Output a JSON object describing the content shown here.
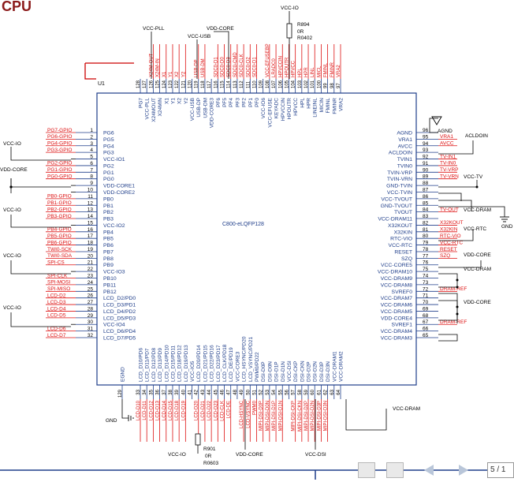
{
  "title": "CPU",
  "chip": {
    "ref": "U1",
    "name": "C800-eLQFP128"
  },
  "left_pins": [
    {
      "num": "1",
      "pin": "PG6",
      "net": "PG7-GPIO"
    },
    {
      "num": "2",
      "pin": "PG5",
      "net": "PG6-GPIO"
    },
    {
      "num": "3",
      "pin": "PG4",
      "net": "PG4-GPIO"
    },
    {
      "num": "4",
      "pin": "PG3",
      "net": "PG3-GPIO"
    },
    {
      "num": "5",
      "pin": "VCC-IO1",
      "net": ""
    },
    {
      "num": "6",
      "pin": "PG2",
      "net": "PG2-GPIO"
    },
    {
      "num": "7",
      "pin": "PG1",
      "net": "PG1-GPIO"
    },
    {
      "num": "8",
      "pin": "PG0",
      "net": "PG0-GPIO"
    },
    {
      "num": "9",
      "pin": "VDD-CORE1",
      "net": ""
    },
    {
      "num": "10",
      "pin": "VDD-CORE2",
      "net": ""
    },
    {
      "num": "11",
      "pin": "PB0",
      "net": "PB0-GPIO"
    },
    {
      "num": "12",
      "pin": "PB1",
      "net": "PB1-GPIO"
    },
    {
      "num": "13",
      "pin": "PB2",
      "net": "PB2-GPIO"
    },
    {
      "num": "14",
      "pin": "PB3",
      "net": "PB3-GPIO"
    },
    {
      "num": "15",
      "pin": "VCC-IO2",
      "net": ""
    },
    {
      "num": "16",
      "pin": "PB4",
      "net": "PB4-GPIO"
    },
    {
      "num": "17",
      "pin": "PB5",
      "net": "PB5-GPIO"
    },
    {
      "num": "18",
      "pin": "PB6",
      "net": "PB6-GPIO"
    },
    {
      "num": "19",
      "pin": "PB7",
      "net": "TWI0-SCK"
    },
    {
      "num": "20",
      "pin": "PB8",
      "net": "TWI0-SDA"
    },
    {
      "num": "21",
      "pin": "PB9",
      "net": "SPI-CS"
    },
    {
      "num": "22",
      "pin": "VCC-IO3",
      "net": ""
    },
    {
      "num": "23",
      "pin": "PB10",
      "net": "SPI-CLK"
    },
    {
      "num": "24",
      "pin": "PB11",
      "net": "SPI-MOSI"
    },
    {
      "num": "25",
      "pin": "PB12",
      "net": "SPI-MISO"
    },
    {
      "num": "26",
      "pin": "LCD_D2/PD0",
      "net": "LCD-D2"
    },
    {
      "num": "27",
      "pin": "LCD_D3/PD1",
      "net": "LCD-D3"
    },
    {
      "num": "28",
      "pin": "LCD_D4/PD2",
      "net": "LCD-D4"
    },
    {
      "num": "29",
      "pin": "LCD_D5/PD3",
      "net": "LCD-D5"
    },
    {
      "num": "30",
      "pin": "VCC-IO4",
      "net": ""
    },
    {
      "num": "31",
      "pin": "LCD_D6/PD4",
      "net": "LCD-D6"
    },
    {
      "num": "32",
      "pin": "LCD_D7/PD5",
      "net": "LCD-D7"
    }
  ],
  "right_pins": [
    {
      "num": "96",
      "pin": "AGND",
      "net": ""
    },
    {
      "num": "95",
      "pin": "VRA1",
      "net": "VRA1"
    },
    {
      "num": "94",
      "pin": "AVCC",
      "net": "AVCC"
    },
    {
      "num": "93",
      "pin": "ACLDOIN",
      "net": ""
    },
    {
      "num": "92",
      "pin": "TVIN1",
      "net": "TV-IN1"
    },
    {
      "num": "91",
      "pin": "TVIN0",
      "net": "TV-IN0"
    },
    {
      "num": "90",
      "pin": "TVIN-VRP",
      "net": "TV-VRP"
    },
    {
      "num": "89",
      "pin": "TVIN-VRN",
      "net": "TV-VRN"
    },
    {
      "num": "88",
      "pin": "GND-TVIN",
      "net": ""
    },
    {
      "num": "87",
      "pin": "VCC-TVIN",
      "net": ""
    },
    {
      "num": "86",
      "pin": "VCC-TVOUT",
      "net": ""
    },
    {
      "num": "85",
      "pin": "GND-TVOUT",
      "net": ""
    },
    {
      "num": "84",
      "pin": "TVOUT",
      "net": "TV-OUT"
    },
    {
      "num": "83",
      "pin": "VCC-DRAM11",
      "net": ""
    },
    {
      "num": "82",
      "pin": "X32KOUT",
      "net": "X32KOUT"
    },
    {
      "num": "81",
      "pin": "X32KIN",
      "net": "X32KIN"
    },
    {
      "num": "80",
      "pin": "RTC-VIO",
      "net": "RTC-VIO"
    },
    {
      "num": "79",
      "pin": "VCC-RTC",
      "net": "VCC-RTC"
    },
    {
      "num": "78",
      "pin": "RESET",
      "net": "RESET"
    },
    {
      "num": "77",
      "pin": "SZQ",
      "net": "SZQ"
    },
    {
      "num": "76",
      "pin": "VCC-CORE5",
      "net": ""
    },
    {
      "num": "75",
      "pin": "VCC-DRAM10",
      "net": ""
    },
    {
      "num": "74",
      "pin": "VCC-DRAM9",
      "net": ""
    },
    {
      "num": "73",
      "pin": "VCC-DRAM8",
      "net": ""
    },
    {
      "num": "72",
      "pin": "SVREF0",
      "net": "DRAM-REF"
    },
    {
      "num": "71",
      "pin": "VCC-DRAM7",
      "net": ""
    },
    {
      "num": "70",
      "pin": "VCC-DRAM6",
      "net": ""
    },
    {
      "num": "69",
      "pin": "VCC-DRAM5",
      "net": ""
    },
    {
      "num": "68",
      "pin": "VDD-CORE4",
      "net": ""
    },
    {
      "num": "67",
      "pin": "SVREF1",
      "net": "DRAM-REF"
    },
    {
      "num": "66",
      "pin": "VCC-DRAM4",
      "net": ""
    },
    {
      "num": "65",
      "pin": "VCC-DRAM3",
      "net": ""
    }
  ],
  "top_pins": [
    {
      "num": "128",
      "pin": "PG7",
      "net": ""
    },
    {
      "num": "127",
      "pin": "VCC-PLL",
      "net": ""
    },
    {
      "num": "126",
      "pin": "X24MOUT",
      "net": "X24M-OUT"
    },
    {
      "num": "125",
      "pin": "X24MIN",
      "net": "X24M-IN"
    },
    {
      "num": "124",
      "pin": "X1",
      "net": "X1"
    },
    {
      "num": "123",
      "pin": "Y1",
      "net": "Y1"
    },
    {
      "num": "122",
      "pin": "X2",
      "net": "X2"
    },
    {
      "num": "121",
      "pin": "Y2",
      "net": "Y2"
    },
    {
      "num": "120",
      "pin": "VCC-USB",
      "net": ""
    },
    {
      "num": "119",
      "pin": "USB-DP",
      "net": "USB-DP"
    },
    {
      "num": "118",
      "pin": "USB-DM",
      "net": "USB-DM"
    },
    {
      "num": "117",
      "pin": "VDD-CORE3",
      "net": ""
    },
    {
      "num": "116",
      "pin": "PF6",
      "net": "SDC0-D1"
    },
    {
      "num": "115",
      "pin": "PF5",
      "net": "SDC0-D0"
    },
    {
      "num": "114",
      "pin": "PF4",
      "net": "SDC0-D3"
    },
    {
      "num": "113",
      "pin": "PF3",
      "net": "SDC0-CMD"
    },
    {
      "num": "112",
      "pin": "PF2",
      "net": "SDC0-CLK"
    },
    {
      "num": "111",
      "pin": "PF1",
      "net": "SDC0-D2"
    },
    {
      "num": "110",
      "pin": "PF0",
      "net": "SDC0-D1"
    },
    {
      "num": "109",
      "pin": "VCC-IO6",
      "net": ""
    },
    {
      "num": "108",
      "pin": "VCC-EFUSE",
      "net": "VCC-EFUSEBP"
    },
    {
      "num": "107",
      "pin": "KEYADC",
      "net": "LRADC0"
    },
    {
      "num": "106",
      "pin": "HPVCCIN",
      "net": "HPVCCIN"
    },
    {
      "num": "105",
      "pin": "HPOUTR",
      "net": "HPOUTR"
    },
    {
      "num": "104",
      "pin": "HPVCC",
      "net": "HPVCC"
    },
    {
      "num": "103",
      "pin": "HPL",
      "net": "HPL"
    },
    {
      "num": "102",
      "pin": "HPR",
      "net": "HPR"
    },
    {
      "num": "101",
      "pin": "LINEINL",
      "net": "LINL"
    },
    {
      "num": "100",
      "pin": "MICIN",
      "net": "MICL"
    },
    {
      "num": "99",
      "pin": "FMINL",
      "net": "FMINL"
    },
    {
      "num": "98",
      "pin": "FMINR",
      "net": "FMINR"
    },
    {
      "num": "97",
      "pin": "VRA2",
      "net": "VRA2"
    }
  ],
  "bottom_pins": [
    {
      "num": "129",
      "pin": "EGND",
      "net": ""
    },
    {
      "num": "33",
      "pin": "LCD_D10/PD6",
      "net": "LCD-D10"
    },
    {
      "num": "34",
      "pin": "LCD_D11/PD7",
      "net": "LCD-D11"
    },
    {
      "num": "35",
      "pin": "LCD_D12/PD8",
      "net": "LCD-D12"
    },
    {
      "num": "36",
      "pin": "LCD_D13/PD9",
      "net": "LCD-D13"
    },
    {
      "num": "37",
      "pin": "LCD_D14/PD10",
      "net": "LCD-D14"
    },
    {
      "num": "38",
      "pin": "LCD_D15/PD11",
      "net": "LCD-D15"
    },
    {
      "num": "39",
      "pin": "LCD_D18/PD12",
      "net": "LCD-D18"
    },
    {
      "num": "40",
      "pin": "LCD_D19/PD13",
      "net": "LCD-D19"
    },
    {
      "num": "41",
      "pin": "VCC-IO5",
      "net": ""
    },
    {
      "num": "42",
      "pin": "LCD_D20/PD14",
      "net": "LCD-D20"
    },
    {
      "num": "43",
      "pin": "LCD_D21/PD15",
      "net": "LCD-D21"
    },
    {
      "num": "44",
      "pin": "LCD_D22/PD16",
      "net": "LCD-D22"
    },
    {
      "num": "45",
      "pin": "LCD_D23/PD17",
      "net": "LCD-D23"
    },
    {
      "num": "46",
      "pin": "LCD_CLK/PD18",
      "net": "LCD-CLK"
    },
    {
      "num": "47",
      "pin": "LCD_DE/PD19",
      "net": "LCD-DE"
    },
    {
      "num": "48",
      "pin": "VCC-CORE3",
      "net": ""
    },
    {
      "num": "49",
      "pin": "LCD_HSYNC/PD20",
      "net": "LCD-HSYNC"
    },
    {
      "num": "50",
      "pin": "LCD_VSYNC/PD21",
      "net": "LCD-VSYNC"
    },
    {
      "num": "51",
      "pin": "PWM0/PD22",
      "net": "PWM0"
    },
    {
      "num": "52",
      "pin": "DSI-D0P",
      "net": "MIPI-DSI-D0P"
    },
    {
      "num": "53",
      "pin": "DSI-D0N",
      "net": "MIPI-DSI-D0N"
    },
    {
      "num": "54",
      "pin": "DSI-D1P",
      "net": "MIPI-DSI-D1P"
    },
    {
      "num": "55",
      "pin": "DSI-D1N",
      "net": "MIPI-DSI-D1N"
    },
    {
      "num": "56",
      "pin": "VCC-DSI",
      "net": ""
    },
    {
      "num": "57",
      "pin": "DSI-CKP",
      "net": "MIPI-DSI-CKP"
    },
    {
      "num": "58",
      "pin": "DSI-CKN",
      "net": "MIPI-DSI-CKN"
    },
    {
      "num": "59",
      "pin": "DSI-D2P",
      "net": "MIPI-DSI-D2P"
    },
    {
      "num": "60",
      "pin": "DSI-D2N",
      "net": "MIPI-DSI-D2N"
    },
    {
      "num": "61",
      "pin": "DSI-D3P",
      "net": "MIPI-DSI-D3P"
    },
    {
      "num": "62",
      "pin": "DSI-D3N",
      "net": "MIPI-DSI-D3N"
    },
    {
      "num": "63",
      "pin": "VCC-DRAM1",
      "net": ""
    },
    {
      "num": "64",
      "pin": "VCC-DRAM2",
      "net": ""
    }
  ],
  "power_labels": {
    "vcc_io_l1": "VCC-IO",
    "vdd_core_l": "VDD-CORE",
    "vcc_io_l2": "VCC-IO",
    "vcc_io_l3": "VCC-IO",
    "vcc_io_l4": "VCC-IO",
    "vcc_pll": "VCC-PLL",
    "vcc_usb": "VCC-USB",
    "vdd_core_t": "VDD-CORE",
    "vcc_io_t": "VCC-IO",
    "agnd": "AGND",
    "acldoin": "ACLDOIN",
    "vcc_tv": "VCC-TV",
    "vcc_dram_r1": "VCC-DRAM",
    "gnd_r": "GND",
    "vcc_rtc": "VCC-RTC",
    "vdd_core_r1": "VDD-CORE",
    "vcc_dram_r2": "VCC-DRAM",
    "vdd_core_r2": "VDD-CORE",
    "gnd_b": "GND",
    "vcc_dram_b": "VCC-DRAM",
    "vcc_io_b": "VCC-IO",
    "vdd_core_b": "VDD-CORE",
    "vcc_dsi": "VCC-DSI"
  },
  "resistors": {
    "r894_ref": "R894",
    "r894_val": "0R",
    "r894_pkg": "R0402",
    "r901_ref": "R901",
    "r901_val": "0R",
    "r901_pkg": "R0603"
  },
  "pager": {
    "text": "5 / 1"
  },
  "icons": [
    "save-icon",
    "print-icon",
    "back-arrow-icon",
    "forward-arrow-icon"
  ]
}
